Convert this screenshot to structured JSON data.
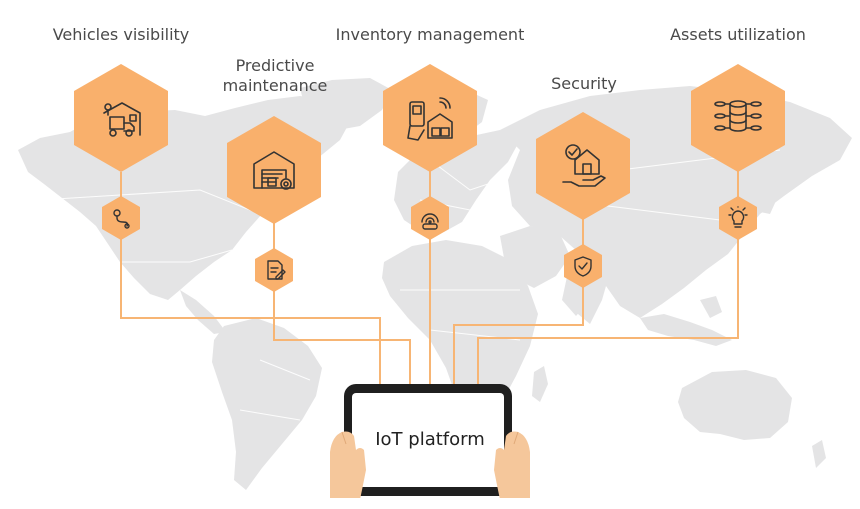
{
  "diagram": {
    "categories": [
      {
        "label": "Vehicles visibility",
        "icon": "truck-warehouse-icon",
        "small_icon": "route-pin-icon"
      },
      {
        "label": "Predictive maintenance",
        "icon": "warehouse-gear-icon",
        "small_icon": "document-edit-icon"
      },
      {
        "label": "Inventory management",
        "icon": "rfid-scanner-boxes-icon",
        "small_icon": "rfid-tag-icon"
      },
      {
        "label": "Security",
        "icon": "hand-house-check-icon",
        "small_icon": "shield-check-icon"
      },
      {
        "label": "Assets utilization",
        "icon": "database-network-icon",
        "small_icon": "lightbulb-icon"
      }
    ],
    "center": {
      "label": "IoT platform",
      "icon": "tablet-hands-icon"
    }
  },
  "colors": {
    "accent": "#f9b06c",
    "accent_stroke": "#f7a257",
    "map": "#e3e3e4",
    "icon": "#333333",
    "tablet_frame": "#1f1f1f",
    "skin": "#f5c79b"
  }
}
